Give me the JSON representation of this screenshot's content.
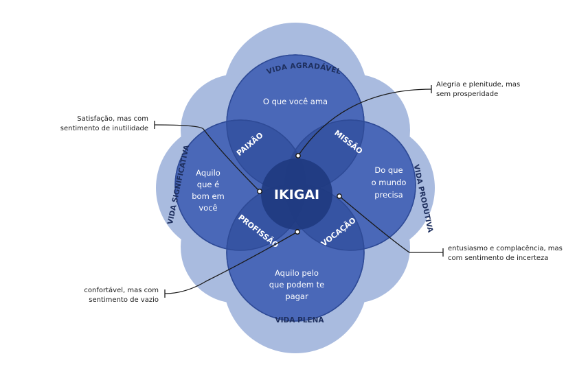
{
  "center": {
    "label": "IKIGAI"
  },
  "circles": {
    "top": [
      "O que você ama"
    ],
    "left": [
      "Aquilo",
      "que é",
      "bom em",
      "você"
    ],
    "right": [
      "Do que",
      "o mundo",
      "precisa"
    ],
    "bottom": [
      "Aquilo pelo",
      "que podem te",
      "pagar"
    ]
  },
  "overlaps": {
    "paixao": "PAIXÃO",
    "missao": "MISSÃO",
    "profissao": "PROFISSÃO",
    "vocacao": "VOCAÇÃO"
  },
  "outer_labels": {
    "top": "VIDA AGRADÁVEL",
    "left": "VIDA SIGNIFICATIVA",
    "right": "VIDA PRODUTIVA",
    "bottom": "VIDA PLENA"
  },
  "annotations": {
    "top_right": [
      "Alegria e plenitude, mas",
      "sem prosperidade"
    ],
    "top_left": [
      "Satisfação, mas com",
      "sentimento de inutilidade"
    ],
    "bottom_right": [
      "entusiasmo e complacência, mas",
      "com sentimento de incerteza"
    ],
    "bottom_left": [
      "confortável, mas com",
      "sentimento de vazio"
    ]
  },
  "colors": {
    "outer_blob": "#a9bbdf",
    "circle": "#4a68b8",
    "circle_stroke": "#2e4a96",
    "overlap": "#2f4c9c",
    "center": "#1f3a80",
    "leader": "#1a1a1a"
  }
}
